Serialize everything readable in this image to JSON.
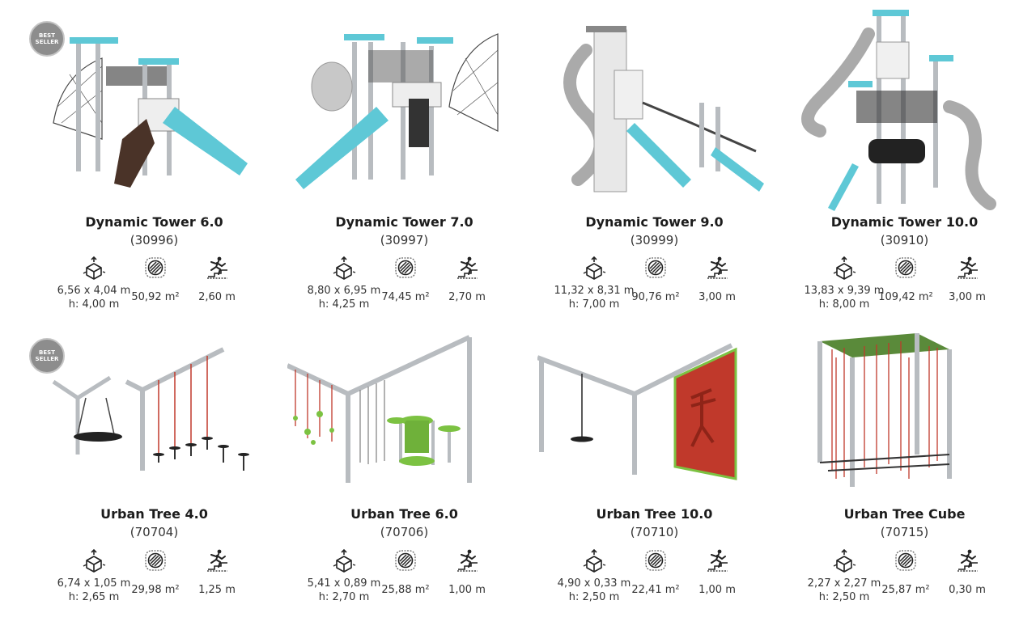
{
  "badge": {
    "line1": "BEST",
    "line2": "SELLER"
  },
  "colors": {
    "accent": "#5ec8d6",
    "steel": "#b8bcc0",
    "rope": "#c0392b",
    "green": "#7cc242"
  },
  "products": [
    {
      "name": "Dynamic Tower 6.0",
      "code": "(30996)",
      "dim1": "6,56 x 4,04 m",
      "dim2": "h: 4,00 m",
      "area": "50,92 m²",
      "fall": "2,60 m",
      "badge": true,
      "icon": "tower-playground-image"
    },
    {
      "name": "Dynamic Tower 7.0",
      "code": "(30997)",
      "dim1": "8,80 x 6,95 m",
      "dim2": "h: 4,25 m",
      "area": "74,45 m²",
      "fall": "2,70 m",
      "badge": false,
      "icon": "tower-playground-image"
    },
    {
      "name": "Dynamic Tower 9.0",
      "code": "(30999)",
      "dim1": "11,32 x 8,31 m",
      "dim2": "h: 7,00 m",
      "area": "90,76 m²",
      "fall": "3,00 m",
      "badge": false,
      "icon": "tower-playground-image"
    },
    {
      "name": "Dynamic Tower 10.0",
      "code": "(30910)",
      "dim1": "13,83 x 9,39 m",
      "dim2": "h: 8,00 m",
      "area": "109,42 m²",
      "fall": "3,00 m",
      "badge": false,
      "icon": "tower-playground-image"
    },
    {
      "name": "Urban Tree 4.0",
      "code": "(70704)",
      "dim1": "6,74 x 1,05 m",
      "dim2": "h: 2,65 m",
      "area": "29,98 m²",
      "fall": "1,25 m",
      "badge": true,
      "icon": "urban-tree-image"
    },
    {
      "name": "Urban Tree 6.0",
      "code": "(70706)",
      "dim1": "5,41 x 0,89 m",
      "dim2": "h: 2,70 m",
      "area": "25,88 m²",
      "fall": "1,00 m",
      "badge": false,
      "icon": "urban-tree-image"
    },
    {
      "name": "Urban Tree 10.0",
      "code": "(70710)",
      "dim1": "4,90 x 0,33 m",
      "dim2": "h: 2,50 m",
      "area": "22,41 m²",
      "fall": "1,00 m",
      "badge": false,
      "icon": "urban-tree-image"
    },
    {
      "name": "Urban Tree Cube",
      "code": "(70715)",
      "dim1": "2,27 x 2,27 m",
      "dim2": "h: 2,50 m",
      "area": "25,87 m²",
      "fall": "0,30 m",
      "badge": false,
      "icon": "urban-tree-image"
    }
  ]
}
